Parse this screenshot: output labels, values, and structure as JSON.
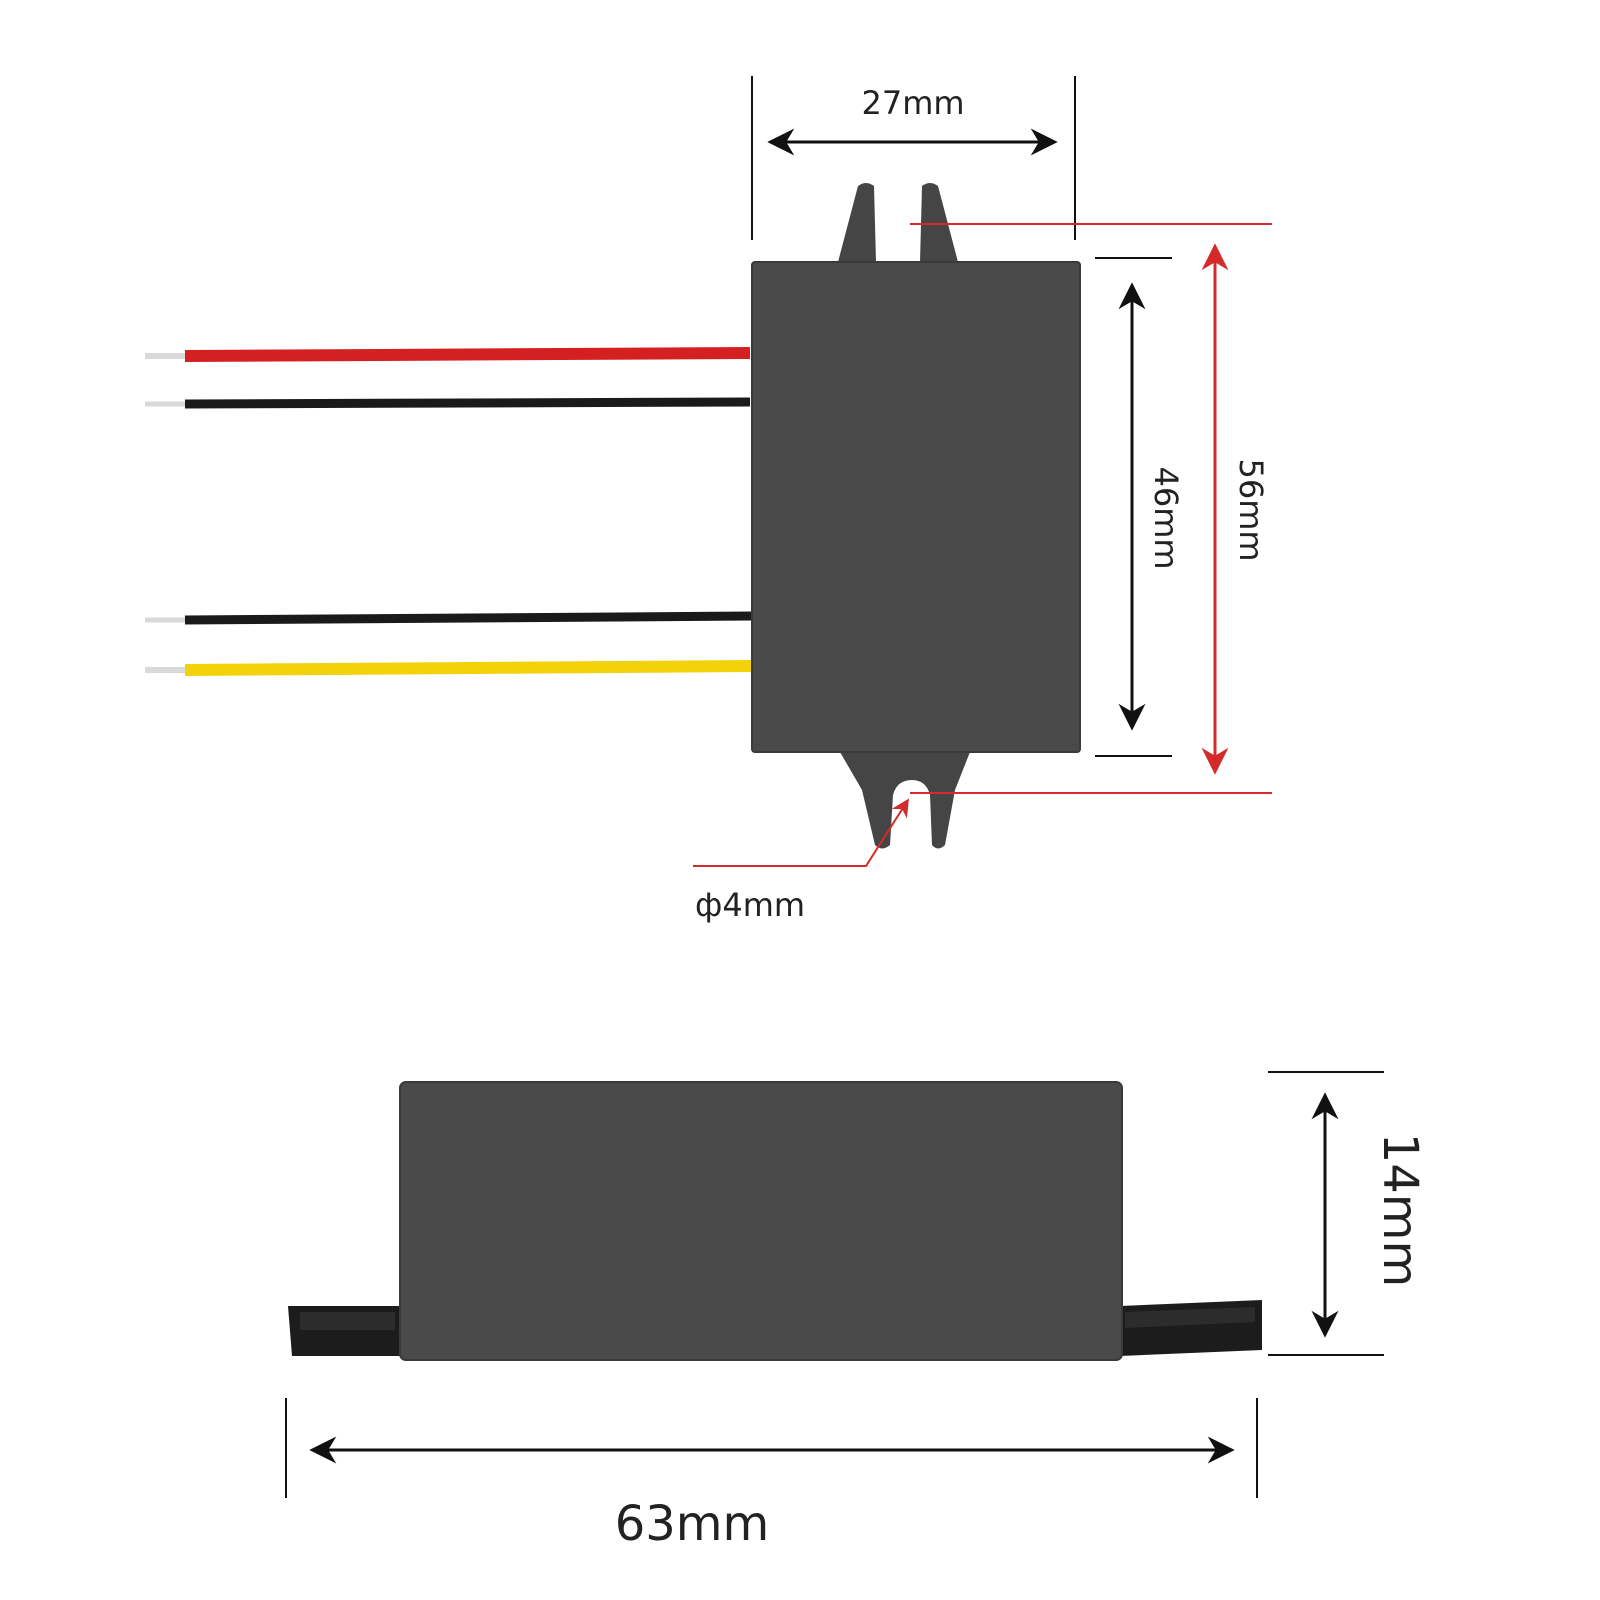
{
  "colors": {
    "wire_red": "#d42020",
    "wire_black": "#1a1a1a",
    "wire_yellow": "#f2d20a",
    "wire_tip": "#d9d9d9",
    "housing": "#4a4a4a",
    "housing_edge": "#3a3a3a",
    "tab": "#454545",
    "dim_line": "#111111",
    "dim_line_red": "#d42a2a"
  },
  "top_view": {
    "wires": [
      {
        "color": "red"
      },
      {
        "color": "black"
      },
      {
        "color": "black"
      },
      {
        "color": "yellow"
      }
    ]
  },
  "dimensions": {
    "width": "27mm",
    "body_length": "46mm",
    "overall_length": "56mm",
    "hole_diameter": "ф4mm",
    "side_height": "14mm",
    "side_length": "63mm"
  }
}
